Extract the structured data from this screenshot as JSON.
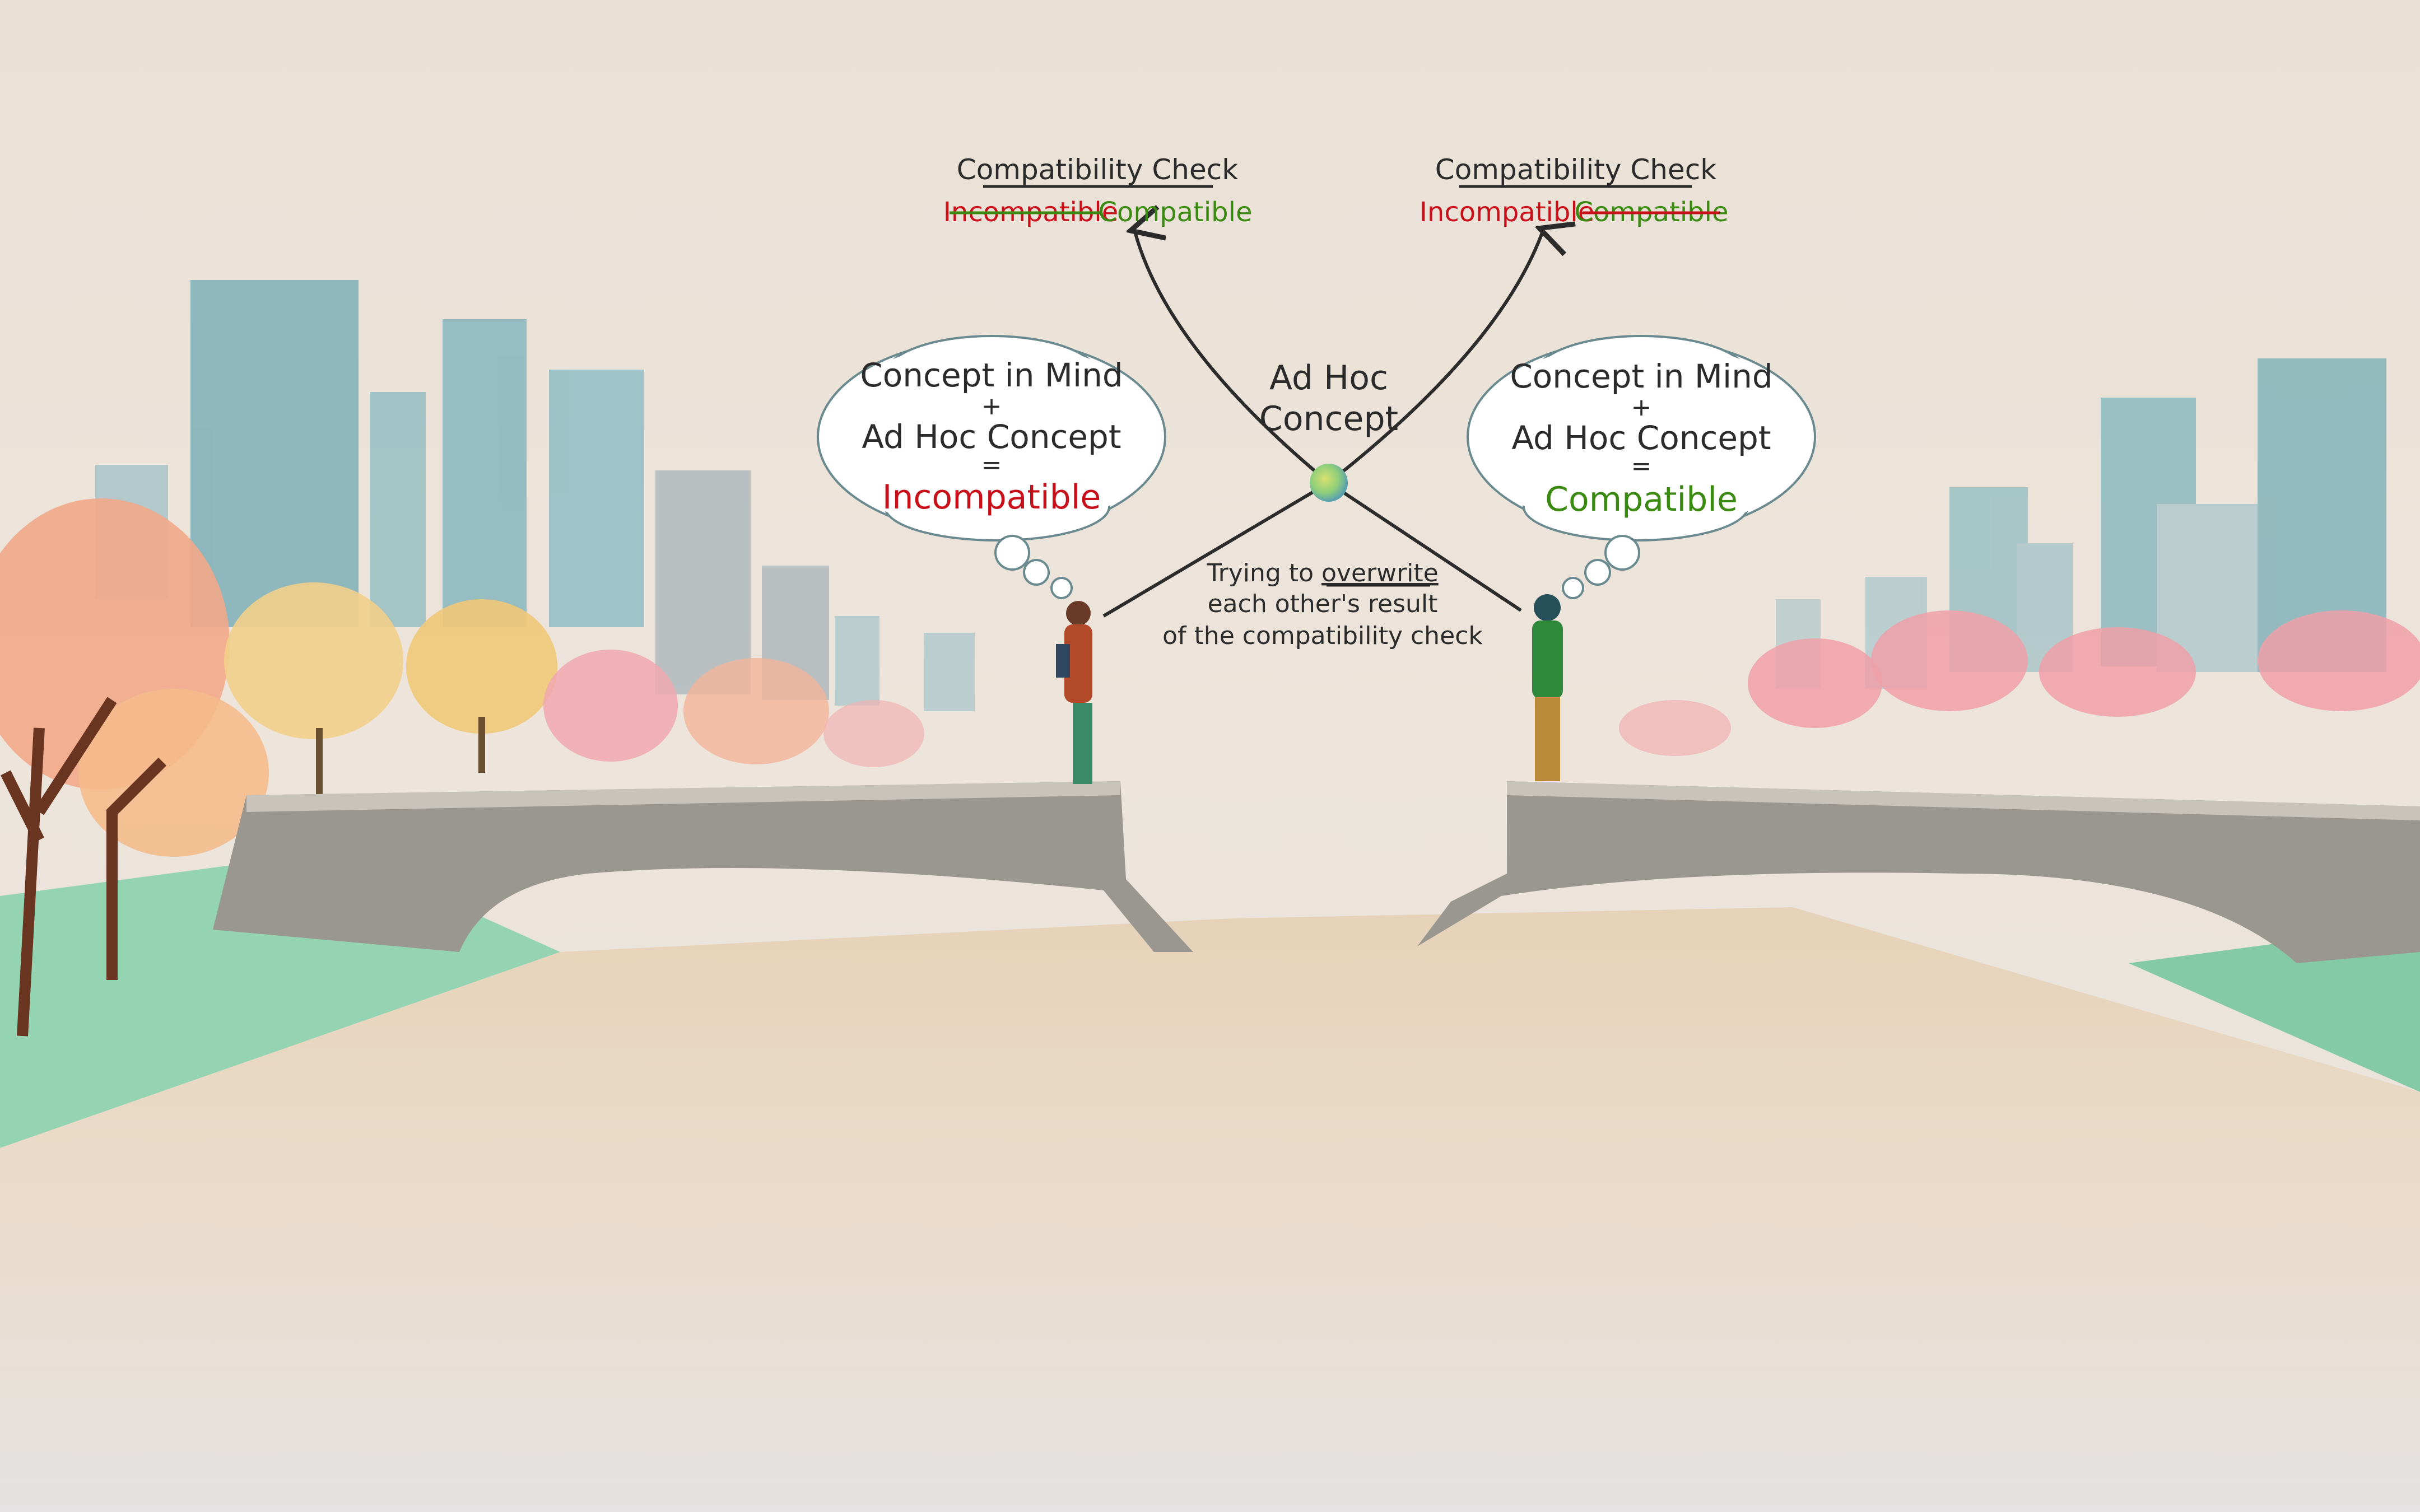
{
  "left_check": {
    "title": "Compatibility Check",
    "struck": "Incompatible",
    "result": "Compatible"
  },
  "right_check": {
    "title": "Compatibility Check",
    "result": "Incompatible",
    "struck": "Compatible"
  },
  "center": {
    "line1": "Ad Hoc",
    "line2": "Concept"
  },
  "left_thought": {
    "line1": "Concept in Mind",
    "plus": "+",
    "line2": "Ad Hoc Concept",
    "equals": "=",
    "result": "Incompatible"
  },
  "right_thought": {
    "line1": "Concept in Mind",
    "plus": "+",
    "line2": "Ad Hoc Concept",
    "equals": "=",
    "result": "Compatible"
  },
  "caption": {
    "prefix": "Trying to ",
    "emphasis": "overwrite",
    "line2": "each other's result",
    "line3": "of the compatibility check"
  },
  "colors": {
    "red": "#c8101a",
    "green": "#3a8a12",
    "ink": "#2b2b2b"
  }
}
